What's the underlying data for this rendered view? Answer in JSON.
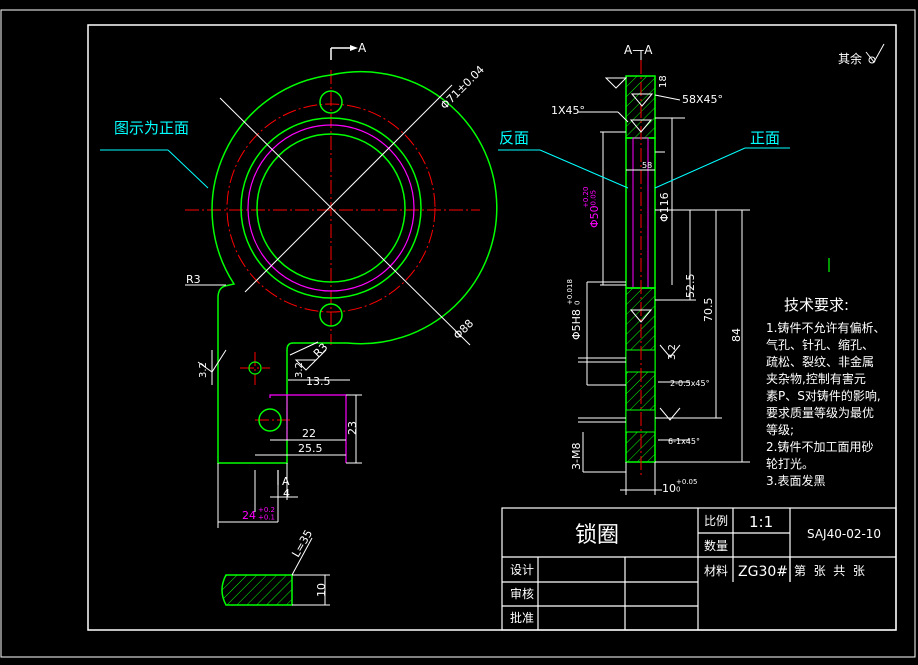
{
  "annotations": {
    "section_mark": "A",
    "section_view_title": "A—A",
    "note_front_face_shown": "图示为正面",
    "note_back_face": "反面",
    "note_front_face": "正面",
    "other_surfaces": "其余",
    "lower_mark": "A"
  },
  "dimensions": {
    "dia_pitch": "Φ71±0.04",
    "dia_outer": "Φ88",
    "r3": "R3",
    "r3b": "R3",
    "d13_5": "13.5",
    "d22": "22",
    "d25_5": "25.5",
    "d23": "23",
    "d4": "4",
    "d24": "24",
    "d24_tol": "+0.2\n+0.1",
    "l35": "L=35",
    "d10_bottom": "10",
    "rough32_a": "3.2",
    "rough32_b": "3.2",
    "chamfer_1x45": "1X45°",
    "chamfer_58x45": "58X45°",
    "d18": "18",
    "d58": "58",
    "dia50": "Φ50",
    "dia50_tol": "+0.20\n-0.05",
    "dia116": "Φ116",
    "dia5h8": "Φ5H8",
    "dia5h8_tol": "+0.018\n0",
    "d52_5": "52.5",
    "d70_5": "70.5",
    "d84": "84",
    "chamfer_2x05": "2-0.5x45°",
    "chamfer_6x1": "6-1x45°",
    "thread_m8": "3-M8",
    "d10_side": "10",
    "d10_tol": "+0.05\n0"
  },
  "tech_requirements": {
    "heading": "技术要求:",
    "lines": [
      "1.铸件不允许有偏析、",
      "气孔、针孔、缩孔、",
      "疏松、裂纹、非金属",
      "夹杂物,控制有害元",
      "素P、S对铸件的影响,",
      "要求质量等级为最优",
      "等级;",
      "2.铸件不加工面用砂",
      "轮打光。",
      "3.表面发黑"
    ]
  },
  "title_block": {
    "part_name": "锁圈",
    "scale_label": "比例",
    "scale_value": "1:1",
    "quantity_label": "数量",
    "material_label": "材料",
    "material_value": "ZG30#",
    "drawing_no": "SAJ40-02-10",
    "sheet_info": "第  张  共  张",
    "design_label": "设计",
    "review_label": "审核",
    "approve_label": "批准"
  },
  "colors": {
    "outline": "#00ff00",
    "center_line": "#ff0000",
    "dimension": "#ffffff",
    "annotation": "#00ffff",
    "hidden": "#ff00ff",
    "hatch": "#00ff00"
  }
}
